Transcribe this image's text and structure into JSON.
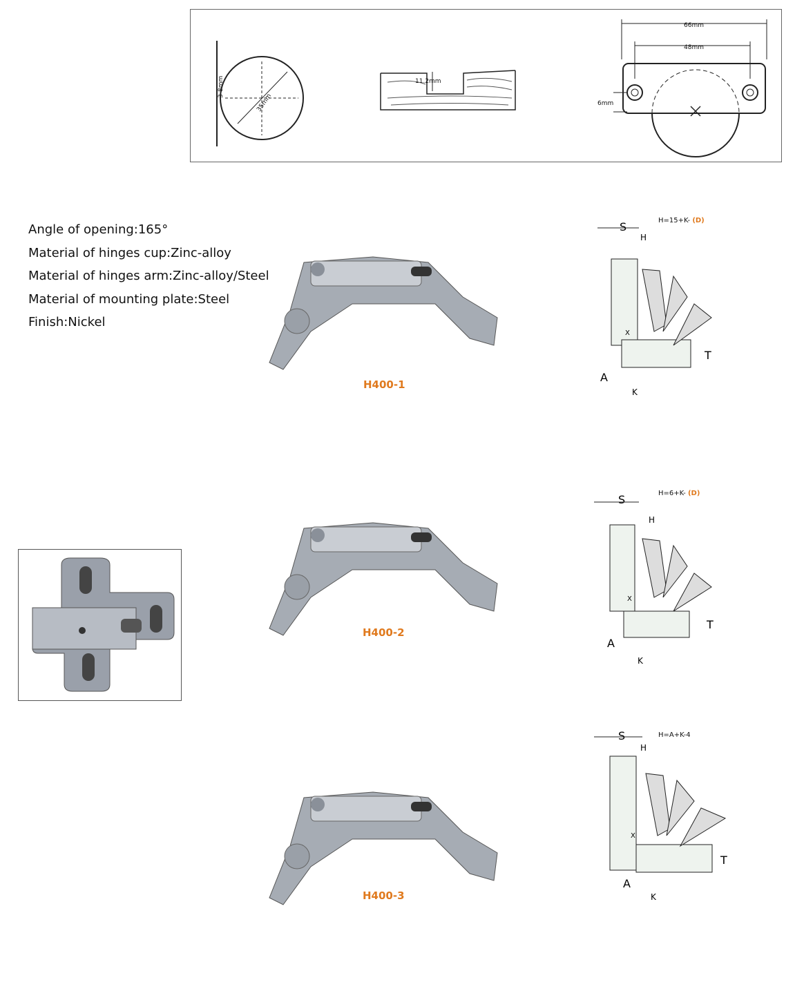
{
  "specs": [
    "Angle of opening:165°",
    "Material of hinges cup:Zinc-alloy",
    "Material of hinges arm:Zinc-alloy/Steel",
    "Material of mounting plate:Steel",
    "Finish:Nickel"
  ],
  "drilling": {
    "cup_depth_label": "3-8mm",
    "cup_diameter_label": "35mm",
    "plate_depth_label": "11.2mm",
    "hole_spacing_outer": "66mm",
    "hole_spacing_inner": "48mm",
    "hole_offset": "6mm"
  },
  "products": [
    {
      "model": "H400-1",
      "formula": "H=15+K-",
      "formula_d": "(D)"
    },
    {
      "model": "H400-2",
      "formula": "H=6+K-",
      "formula_d": "(D)"
    },
    {
      "model": "H400-3",
      "formula": "H=A+K-4",
      "formula_d": ""
    }
  ],
  "diagram_labels": {
    "s": "S",
    "h": "H",
    "t": "T",
    "a": "A",
    "k": "K",
    "x": "X"
  },
  "accent_color": "#e07a1e"
}
